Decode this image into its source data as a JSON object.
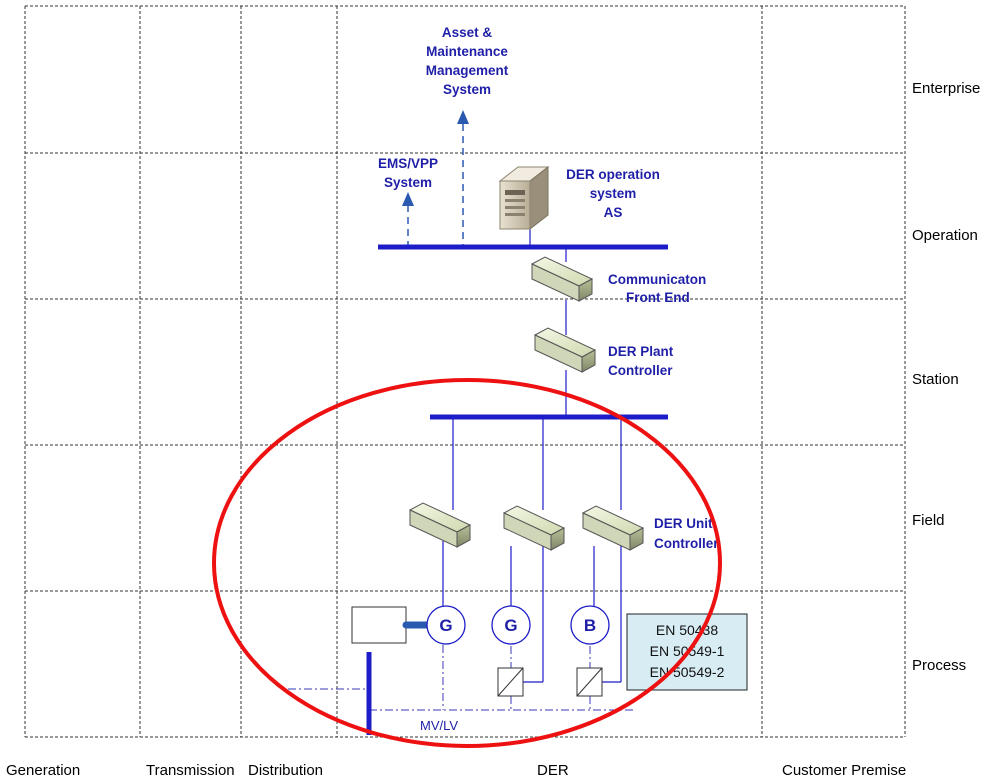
{
  "zones": {
    "enterprise": "Enterprise",
    "operation": "Operation",
    "station": "Station",
    "field": "Field",
    "process": "Process"
  },
  "domains": {
    "generation": "Generation",
    "transmission": "Transmission",
    "distribution": "Distribution",
    "der": "DER",
    "customer_premise": "Customer Premise"
  },
  "nodes": {
    "asset_mgmt": [
      "Asset &",
      "Maintenance",
      "Management",
      "System"
    ],
    "ems_vpp": [
      "EMS/VPP",
      "System"
    ],
    "der_operation": [
      "DER operation",
      "system",
      "AS"
    ],
    "comm_front_end": [
      "Communicaton",
      "Front End"
    ],
    "der_plant_controller": [
      "DER Plant",
      "Controller"
    ],
    "der_unit_controller": [
      "DER Unit",
      "Controller"
    ]
  },
  "devices": {
    "gen1": "G",
    "gen2": "G",
    "battery": "B"
  },
  "standards": [
    "EN 50438",
    "EN 50549-1",
    "EN 50549-2"
  ],
  "mvlv": "MV/LV",
  "colors": {
    "bus": "#1c1cc8",
    "node_text": "#1f1fa8",
    "highlight_ellipse": "#ee1111",
    "standards_box": "#d8ecf4"
  }
}
